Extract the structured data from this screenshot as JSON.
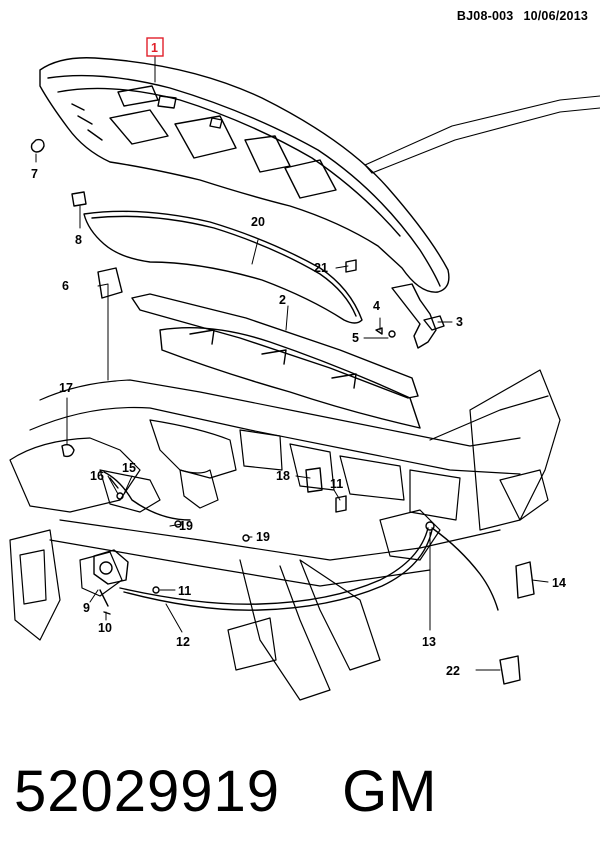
{
  "header": {
    "diagram_id": "BJ08-003",
    "date": "10/06/2013"
  },
  "callouts": {
    "c1": "1",
    "c2": "2",
    "c3": "3",
    "c4": "4",
    "c5": "5",
    "c6": "6",
    "c7": "7",
    "c8": "8",
    "c9": "9",
    "c10": "10",
    "c11a": "11",
    "c11b": "11",
    "c12": "12",
    "c13": "13",
    "c14": "14",
    "c15": "15",
    "c16": "16",
    "c17": "17",
    "c18": "18",
    "c19a": "19",
    "c19b": "19",
    "c20": "20",
    "c21": "21",
    "c22": "22"
  },
  "highlight_color": "#e0202a",
  "caption": {
    "part_number": "52029919",
    "brand": "GM"
  }
}
